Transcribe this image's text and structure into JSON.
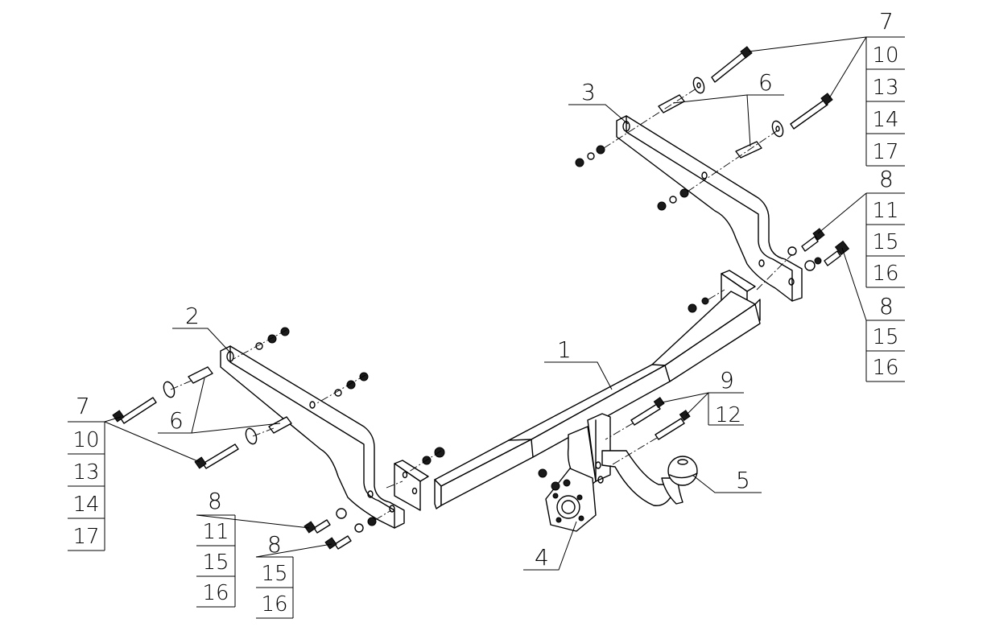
{
  "diagram": {
    "nodes": [
      {
        "id": "p1",
        "label": "1"
      },
      {
        "id": "p2",
        "label": "2"
      },
      {
        "id": "p3",
        "label": "3"
      },
      {
        "id": "p4",
        "label": "4"
      },
      {
        "id": "p5",
        "label": "5"
      },
      {
        "id": "p6_top",
        "label": "6"
      },
      {
        "id": "p6_left",
        "label": "6"
      },
      {
        "id": "p9",
        "label": "9"
      },
      {
        "id": "p12",
        "label": "12"
      }
    ],
    "stacks": [
      {
        "id": "top_right_7",
        "header": "7",
        "rows": [
          "10",
          "13",
          "14",
          "17"
        ]
      },
      {
        "id": "right_8a",
        "header": "8",
        "rows": [
          "11",
          "15",
          "16"
        ]
      },
      {
        "id": "right_8b",
        "header": "8",
        "rows": [
          "15",
          "16"
        ]
      },
      {
        "id": "left_7",
        "header": "7",
        "rows": [
          "10",
          "13",
          "14",
          "17"
        ]
      },
      {
        "id": "bottom_8a",
        "header": "8",
        "rows": [
          "11",
          "15",
          "16"
        ]
      },
      {
        "id": "bottom_8b",
        "header": "8",
        "rows": [
          "15",
          "16"
        ]
      }
    ]
  }
}
